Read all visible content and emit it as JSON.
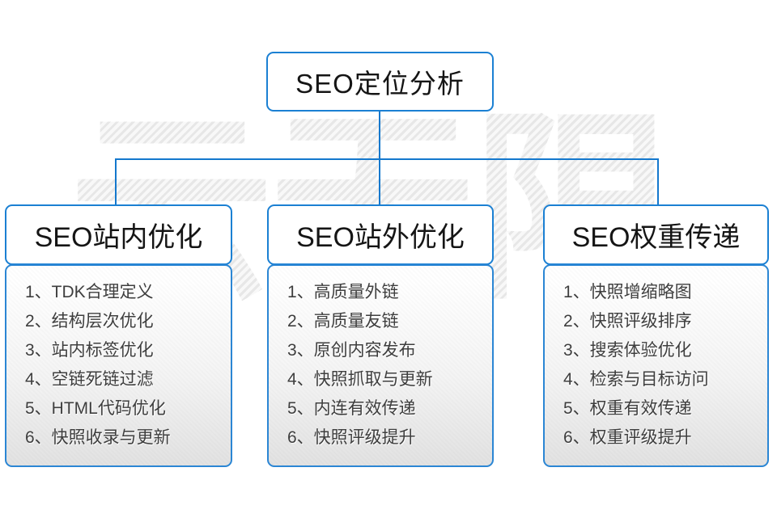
{
  "watermark": {
    "text": "云无限"
  },
  "colors": {
    "accent_blue": "#1b80d3",
    "panel_gradient_bottom": "#e2e2e2",
    "list_text": "#3e3e3e"
  },
  "root_node": {
    "label": "SEO定位分析"
  },
  "columns": [
    {
      "header": "SEO站内优化",
      "items": [
        "1、TDK合理定义",
        "2、结构层次优化",
        "3、站内标签优化",
        "4、空链死链过滤",
        "5、HTML代码优化",
        "6、快照收录与更新"
      ]
    },
    {
      "header": "SEO站外优化",
      "items": [
        "1、高质量外链",
        "2、高质量友链",
        "3、原创内容发布",
        "4、快照抓取与更新",
        "5、内连有效传递",
        "6、快照评级提升"
      ]
    },
    {
      "header": "SEO权重传递",
      "items": [
        "1、快照增缩略图",
        "2、快照评级排序",
        "3、搜索体验优化",
        "4、检索与目标访问",
        "5、权重有效传递",
        "6、权重评级提升"
      ]
    }
  ]
}
